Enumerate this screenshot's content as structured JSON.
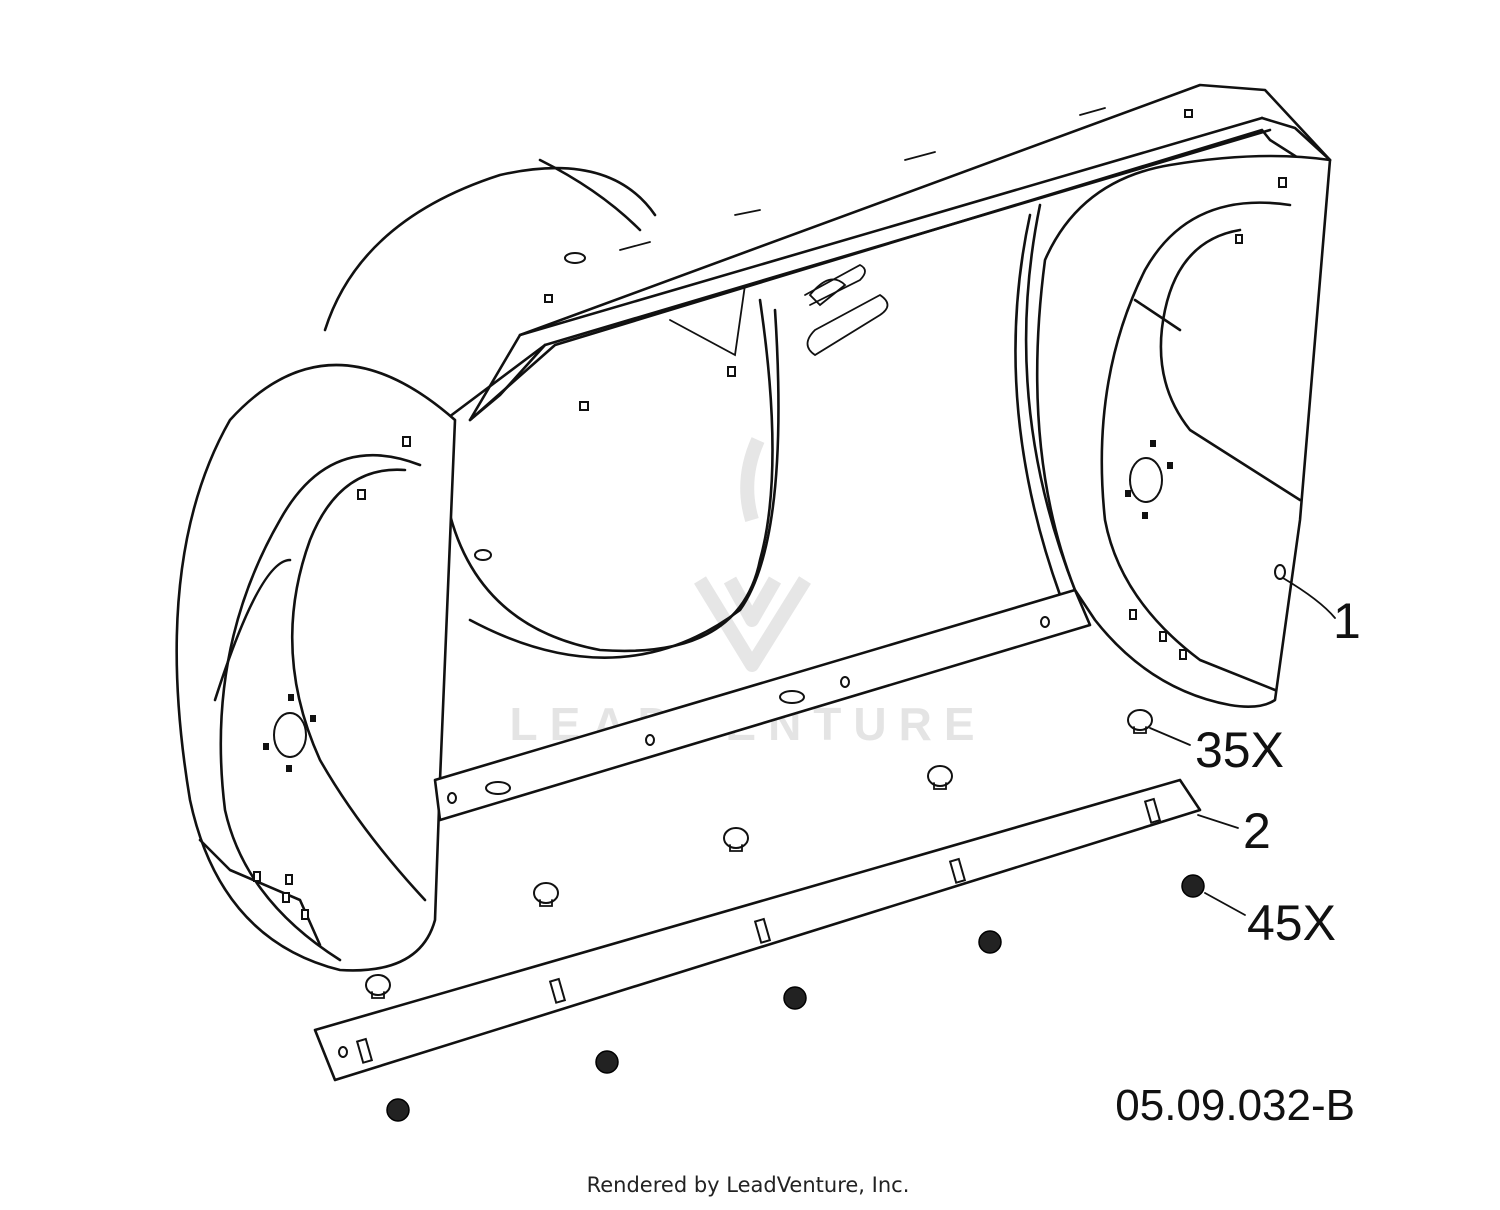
{
  "callouts": {
    "part_1": "1",
    "part_2": "2",
    "part_35": "35X",
    "part_45": "45X"
  },
  "drawing_code": "05.09.032-B",
  "credit": "Rendered by LeadVenture, Inc.",
  "watermark": "LEADVENTURE"
}
